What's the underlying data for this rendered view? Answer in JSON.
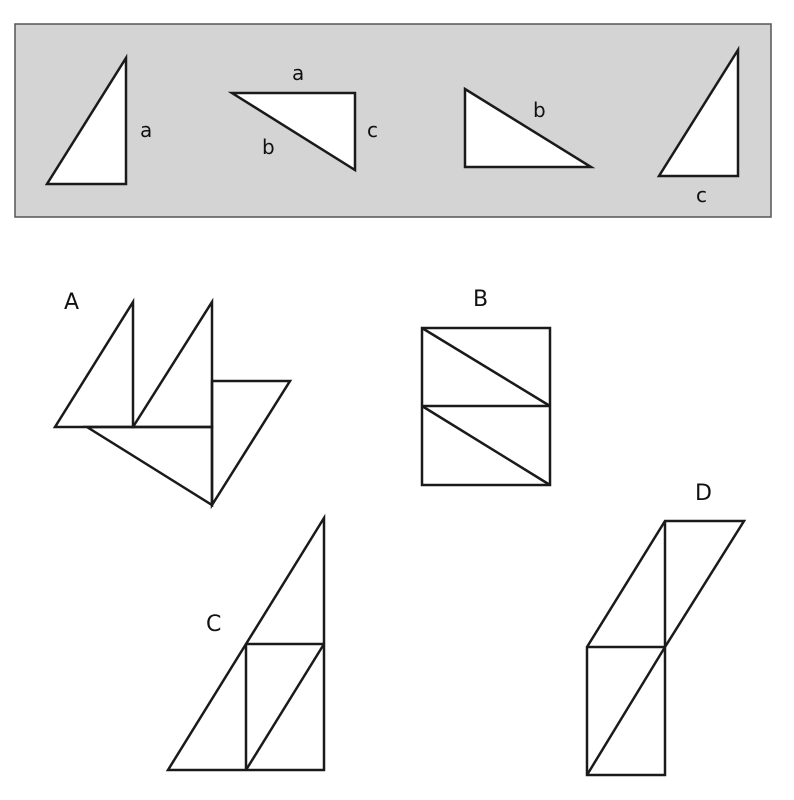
{
  "given_panel": {
    "triangles": [
      {
        "labels": [
          "a"
        ]
      },
      {
        "labels": [
          "a",
          "b",
          "c"
        ]
      },
      {
        "labels": [
          "b"
        ]
      },
      {
        "labels": [
          "c"
        ]
      }
    ]
  },
  "options": [
    {
      "label": "A"
    },
    {
      "label": "B"
    },
    {
      "label": "C"
    },
    {
      "label": "D"
    }
  ],
  "colors": {
    "panel_fill": "#d4d4d4",
    "panel_border": "#555555",
    "line": "#1a1a1a",
    "shape_fill": "#ffffff"
  }
}
